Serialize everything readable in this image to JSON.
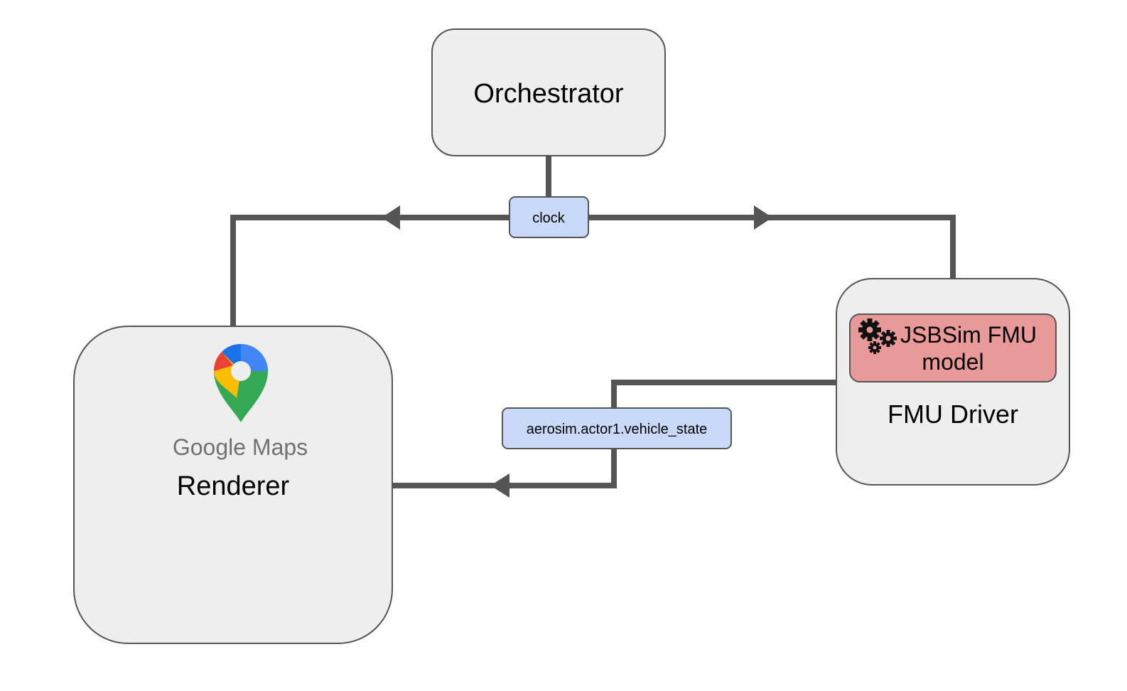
{
  "nodes": {
    "orchestrator": {
      "label": "Orchestrator"
    },
    "renderer": {
      "label": "Renderer",
      "logo_text": "Google Maps"
    },
    "fmu_driver": {
      "label": "FMU Driver"
    },
    "fmu_model": {
      "label_line1": "JSBSim FMU",
      "label_line2": "model"
    }
  },
  "topics": {
    "clock": {
      "label": "clock"
    },
    "vehicle_state": {
      "label": "aerosim.actor1.vehicle_state"
    }
  },
  "colors": {
    "node_fill": "#eeeeee",
    "node_stroke": "#555555",
    "topic_fill": "#c9daf8",
    "topic_stroke": "#555555",
    "model_fill": "#ea9999",
    "connector": "#555555",
    "text": "#000000"
  },
  "icons": {
    "renderer_logo": "google-maps-pin-icon",
    "model_icon": "gears-icon"
  }
}
